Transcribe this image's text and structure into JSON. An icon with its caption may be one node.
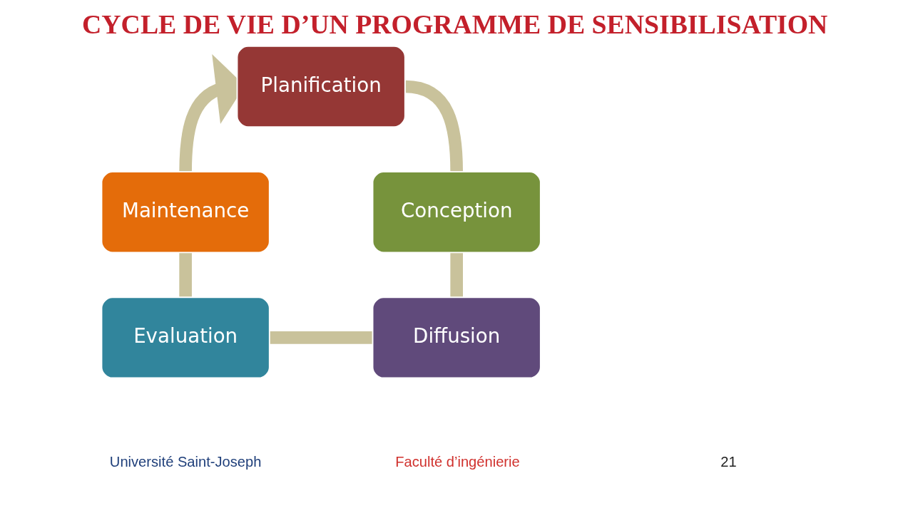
{
  "diagram": {
    "title": "CYCLE DE VIE D’UN PROGRAMME DE SENSIBILISATION",
    "nodes": [
      {
        "text": [
          "Planification"
        ]
      },
      {
        "text": [
          "Maintenance"
        ]
      },
      {
        "text": [
          "Conception"
        ]
      },
      {
        "text": [
          "Evaluation"
        ]
      },
      {
        "text": [
          "Diffusion"
        ]
      }
    ],
    "edges": [
      {
        "from": 0,
        "to": 2,
        "arrow": "none"
      },
      {
        "from": 2,
        "to": 4,
        "arrow": "none"
      },
      {
        "from": 4,
        "to": 3,
        "arrow": "none"
      },
      {
        "from": 3,
        "to": 1,
        "arrow": "none"
      },
      {
        "from": 1,
        "to": 0,
        "arrow": "to"
      }
    ],
    "labels": [
      "Université Saint-Joseph",
      "Faculté d’ingénierie",
      "21"
    ]
  }
}
